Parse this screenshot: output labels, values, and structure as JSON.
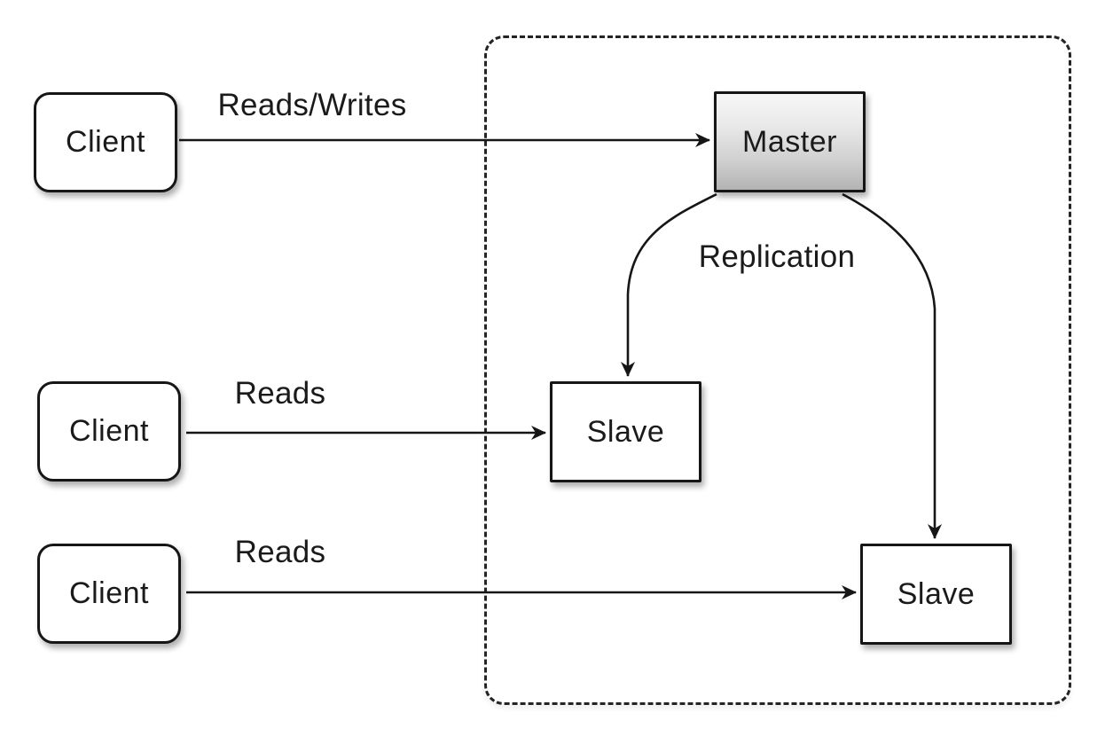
{
  "diagram": {
    "nodes": {
      "client1": {
        "label": "Client"
      },
      "client2": {
        "label": "Client"
      },
      "client3": {
        "label": "Client"
      },
      "master": {
        "label": "Master"
      },
      "slave1": {
        "label": "Slave"
      },
      "slave2": {
        "label": "Slave"
      }
    },
    "edge_labels": {
      "reads_writes": "Reads/Writes",
      "reads_mid": "Reads",
      "reads_bottom": "Reads",
      "replication": "Replication"
    },
    "colors": {
      "stroke": "#161616",
      "node_fill": "#ffffff",
      "master_gradient_top": "#f7f7f7",
      "master_gradient_bottom": "#b3b3b3",
      "background": "#ffffff"
    }
  }
}
